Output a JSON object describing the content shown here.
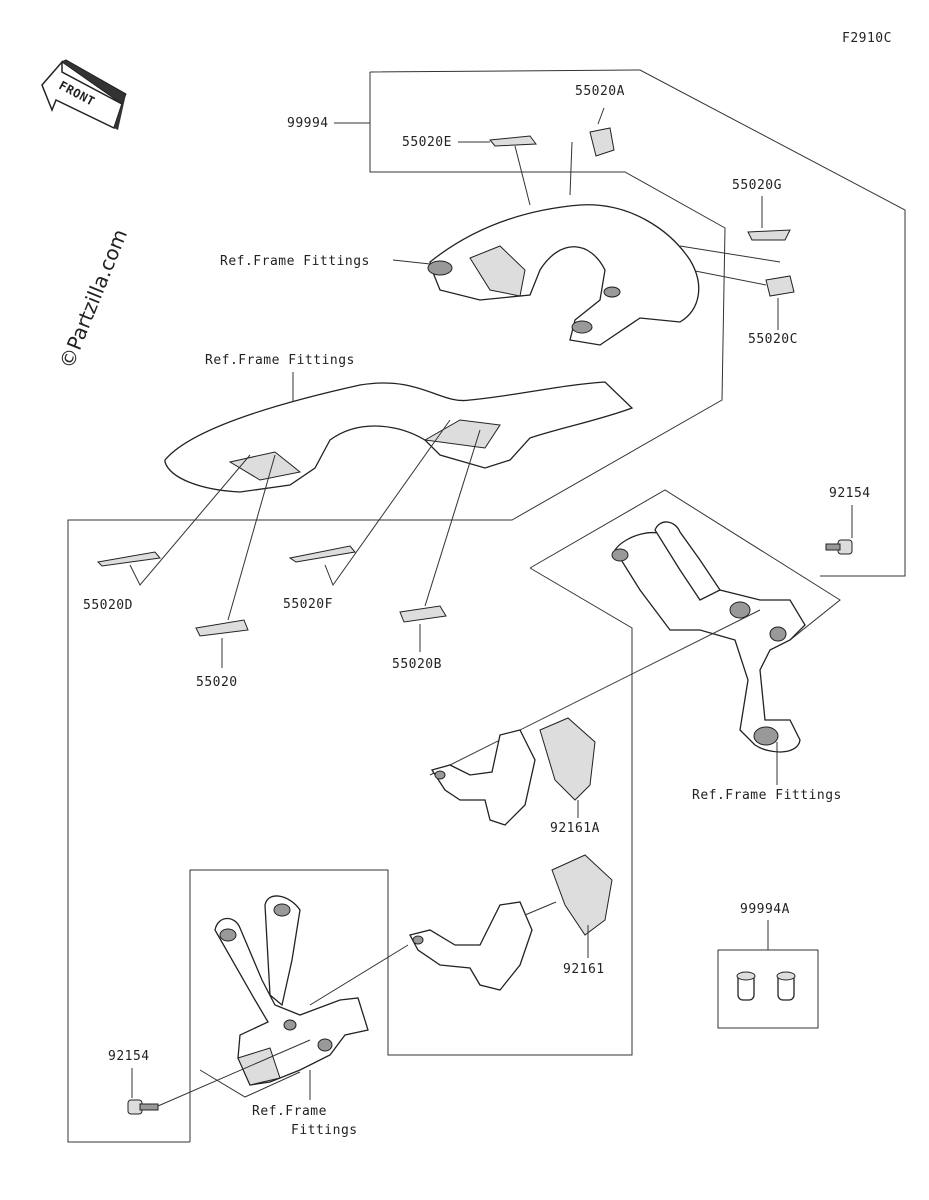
{
  "diagram": {
    "code": "F2910C",
    "watermark": "©Partzilla.com",
    "front_badge": "FRONT",
    "labels": {
      "kit_99994": "99994",
      "p55020A": "55020A",
      "p55020E": "55020E",
      "p55020G": "55020G",
      "p55020C": "55020C",
      "ref_frame_1": "Ref.Frame Fittings",
      "ref_frame_2": "Ref.Frame Fittings",
      "ref_frame_3": "Ref.Frame Fittings",
      "ref_frame_4a": "Ref.Frame",
      "ref_frame_4b": "Fittings",
      "p92154_top": "92154",
      "p92154_bottom": "92154",
      "p55020D": "55020D",
      "p55020F": "55020F",
      "p55020": "55020",
      "p55020B": "55020B",
      "p92161A": "92161A",
      "p92161": "92161",
      "p99994A": "99994A"
    }
  }
}
